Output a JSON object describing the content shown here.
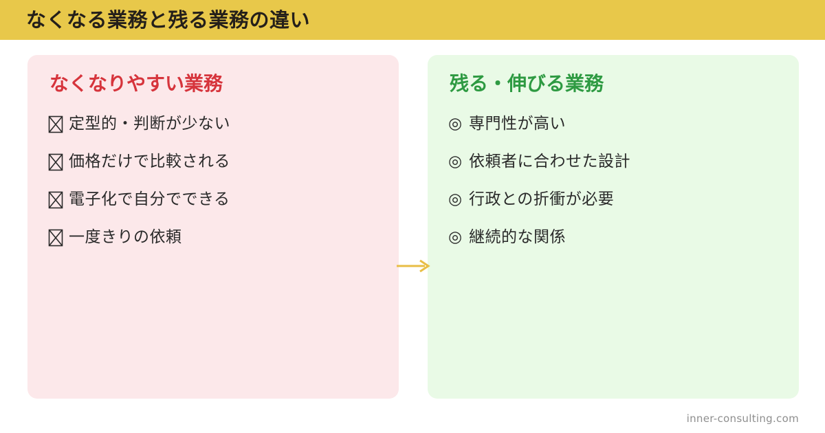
{
  "header": {
    "title": "なくなる業務と残る業務の違い",
    "background_color": "#e8c84a",
    "text_color": "#241f1a"
  },
  "cards": {
    "left": {
      "title": "なくなりやすい業務",
      "title_color": "#d6343c",
      "background_color": "#fce8ea",
      "bullet_icon": "cross-box-icon",
      "items": [
        {
          "text": "定型的・判断が少ない"
        },
        {
          "text": "価格だけで比較される"
        },
        {
          "text": "電子化で自分でできる"
        },
        {
          "text": "一度きりの依頼"
        }
      ]
    },
    "right": {
      "title": "残る・伸びる業務",
      "title_color": "#2e9a42",
      "background_color": "#e9fae6",
      "bullet_icon": "bullseye-icon",
      "bullet_mark": "◎",
      "items": [
        {
          "text": "専門性が高い"
        },
        {
          "text": "依頼者に合わせた設計"
        },
        {
          "text": "行政との折衝が必要"
        },
        {
          "text": "継続的な関係"
        }
      ]
    }
  },
  "connector": {
    "icon": "arrow-right-icon",
    "color": "#e8be45"
  },
  "footer": {
    "watermark": "inner-consulting.com",
    "color": "#8e8e8e"
  }
}
